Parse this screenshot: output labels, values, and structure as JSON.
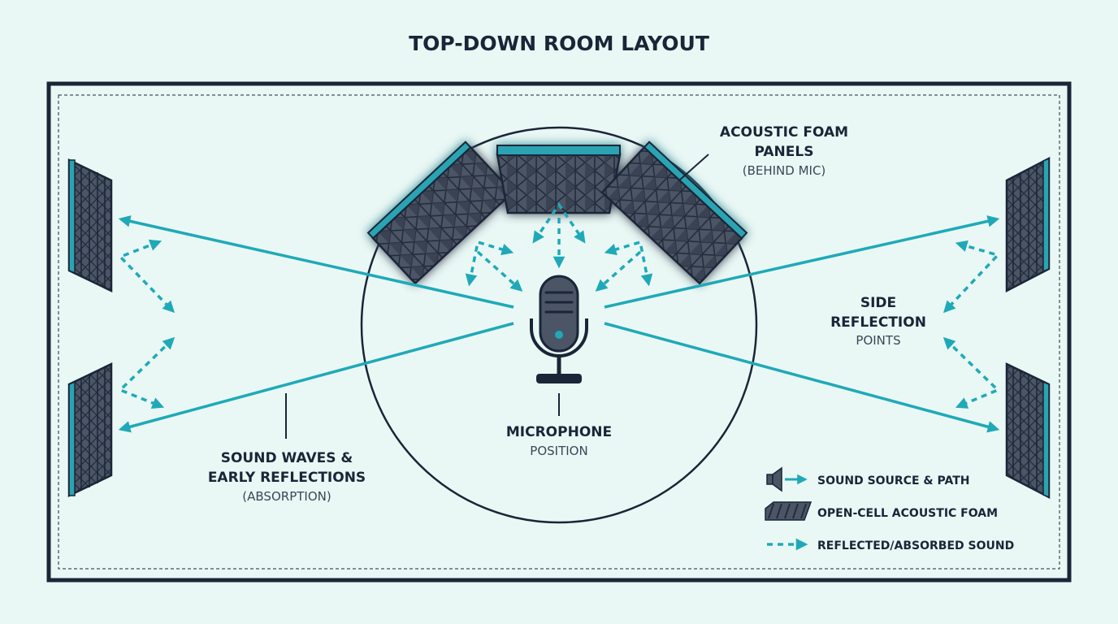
{
  "title": "TOP-DOWN ROOM LAYOUT",
  "labels": {
    "foam_line1": "ACOUSTIC FOAM",
    "foam_line2": "PANELS",
    "foam_sub": "(BEHIND MIC)",
    "side_line1": "SIDE",
    "side_line2": "REFLECTION",
    "side_sub": "POINTS",
    "mic_line1": "MICROPHONE",
    "mic_sub": "POSITION",
    "waves_line1": "SOUND WAVES &",
    "waves_line2": "EARLY REFLECTIONS",
    "waves_sub": "(ABSORPTION)"
  },
  "legend": [
    {
      "icon": "speaker-icon",
      "label": "SOUND SOURCE & PATH"
    },
    {
      "icon": "foam-icon",
      "label": "OPEN-CELL ACOUSTIC FOAM"
    },
    {
      "icon": "dashed-arrow-icon",
      "label": "REFLECTED/ABSORBED SOUND"
    }
  ],
  "colors": {
    "background": "#eaf8f5",
    "outline": "#1a2538",
    "accent": "#1fa9b8",
    "foam": "#4b5565"
  }
}
